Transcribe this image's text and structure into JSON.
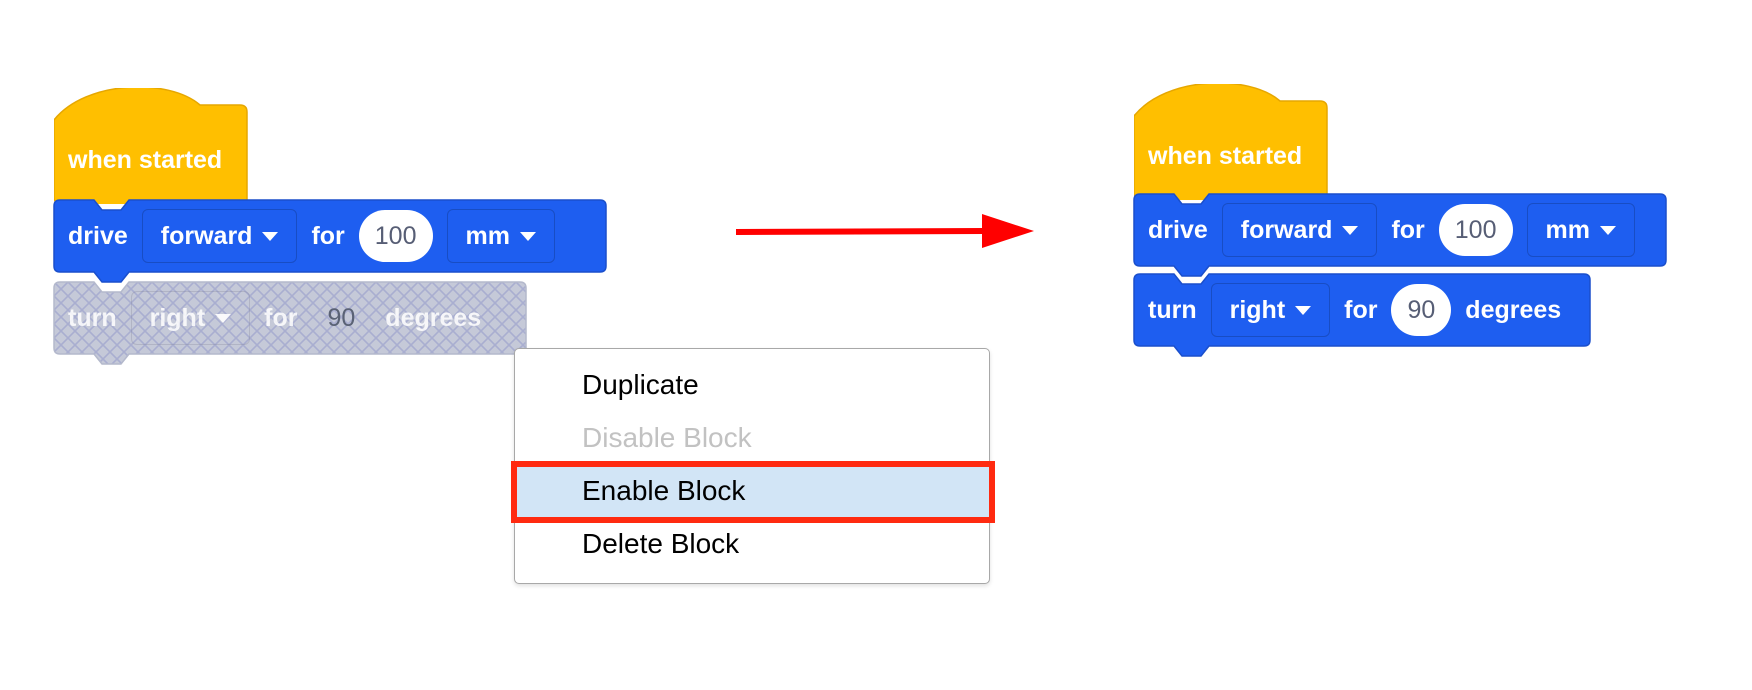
{
  "colors": {
    "event_block": "#ffbf00",
    "motion_block": "#1e5ef0",
    "disabled_block": "#c5c9d8",
    "highlight_border": "#ff2a10",
    "menu_highlight": "#d2e5f6",
    "arrow": "#ff0000"
  },
  "before": {
    "hat": {
      "label": "when started"
    },
    "drive": {
      "label": "drive",
      "direction": "forward",
      "for_label": "for",
      "distance": "100",
      "unit": "mm"
    },
    "turn": {
      "label": "turn",
      "direction": "right",
      "for_label": "for",
      "angle": "90",
      "unit": "degrees",
      "state": "disabled"
    }
  },
  "context_menu": {
    "items": [
      {
        "label": "Duplicate",
        "enabled": true
      },
      {
        "label": "Disable Block",
        "enabled": false
      },
      {
        "label": "Enable Block",
        "enabled": true,
        "highlighted": true
      },
      {
        "label": "Delete Block",
        "enabled": true
      }
    ]
  },
  "after": {
    "hat": {
      "label": "when started"
    },
    "drive": {
      "label": "drive",
      "direction": "forward",
      "for_label": "for",
      "distance": "100",
      "unit": "mm"
    },
    "turn": {
      "label": "turn",
      "direction": "right",
      "for_label": "for",
      "angle": "90",
      "unit": "degrees",
      "state": "enabled"
    }
  },
  "icons": {
    "arrow": "right-arrow-icon",
    "caret": "caret-down-icon"
  }
}
